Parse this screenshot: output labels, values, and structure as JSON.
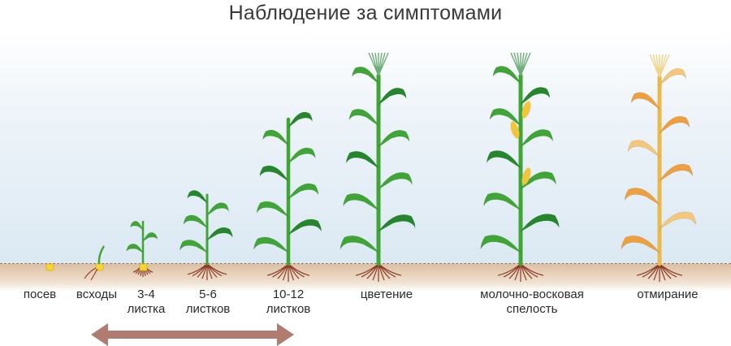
{
  "title": "Наблюдение за симптомами",
  "colors": {
    "leaf_green": "#3fa535",
    "leaf_dark": "#24872c",
    "ripe_yellow": "#f3c53c",
    "dry_orange": "#eea03e",
    "root_brown": "#8c3c26",
    "arrow": "#b07c70",
    "soil": "#e8d2bc"
  },
  "stages": [
    {
      "id": "sowing",
      "line1": "посев",
      "line2": ""
    },
    {
      "id": "emergence",
      "line1": "всходы",
      "line2": ""
    },
    {
      "id": "leaves-3-4",
      "line1": "3-4",
      "line2": "листка"
    },
    {
      "id": "leaves-5-6",
      "line1": "5-6",
      "line2": "листков"
    },
    {
      "id": "leaves-10-12",
      "line1": "10-12",
      "line2": "листков"
    },
    {
      "id": "flowering",
      "line1": "цветение",
      "line2": ""
    },
    {
      "id": "milk-wax",
      "line1": "молочно-восковая",
      "line2": "спелость"
    },
    {
      "id": "dying",
      "line1": "отмирание",
      "line2": ""
    }
  ]
}
